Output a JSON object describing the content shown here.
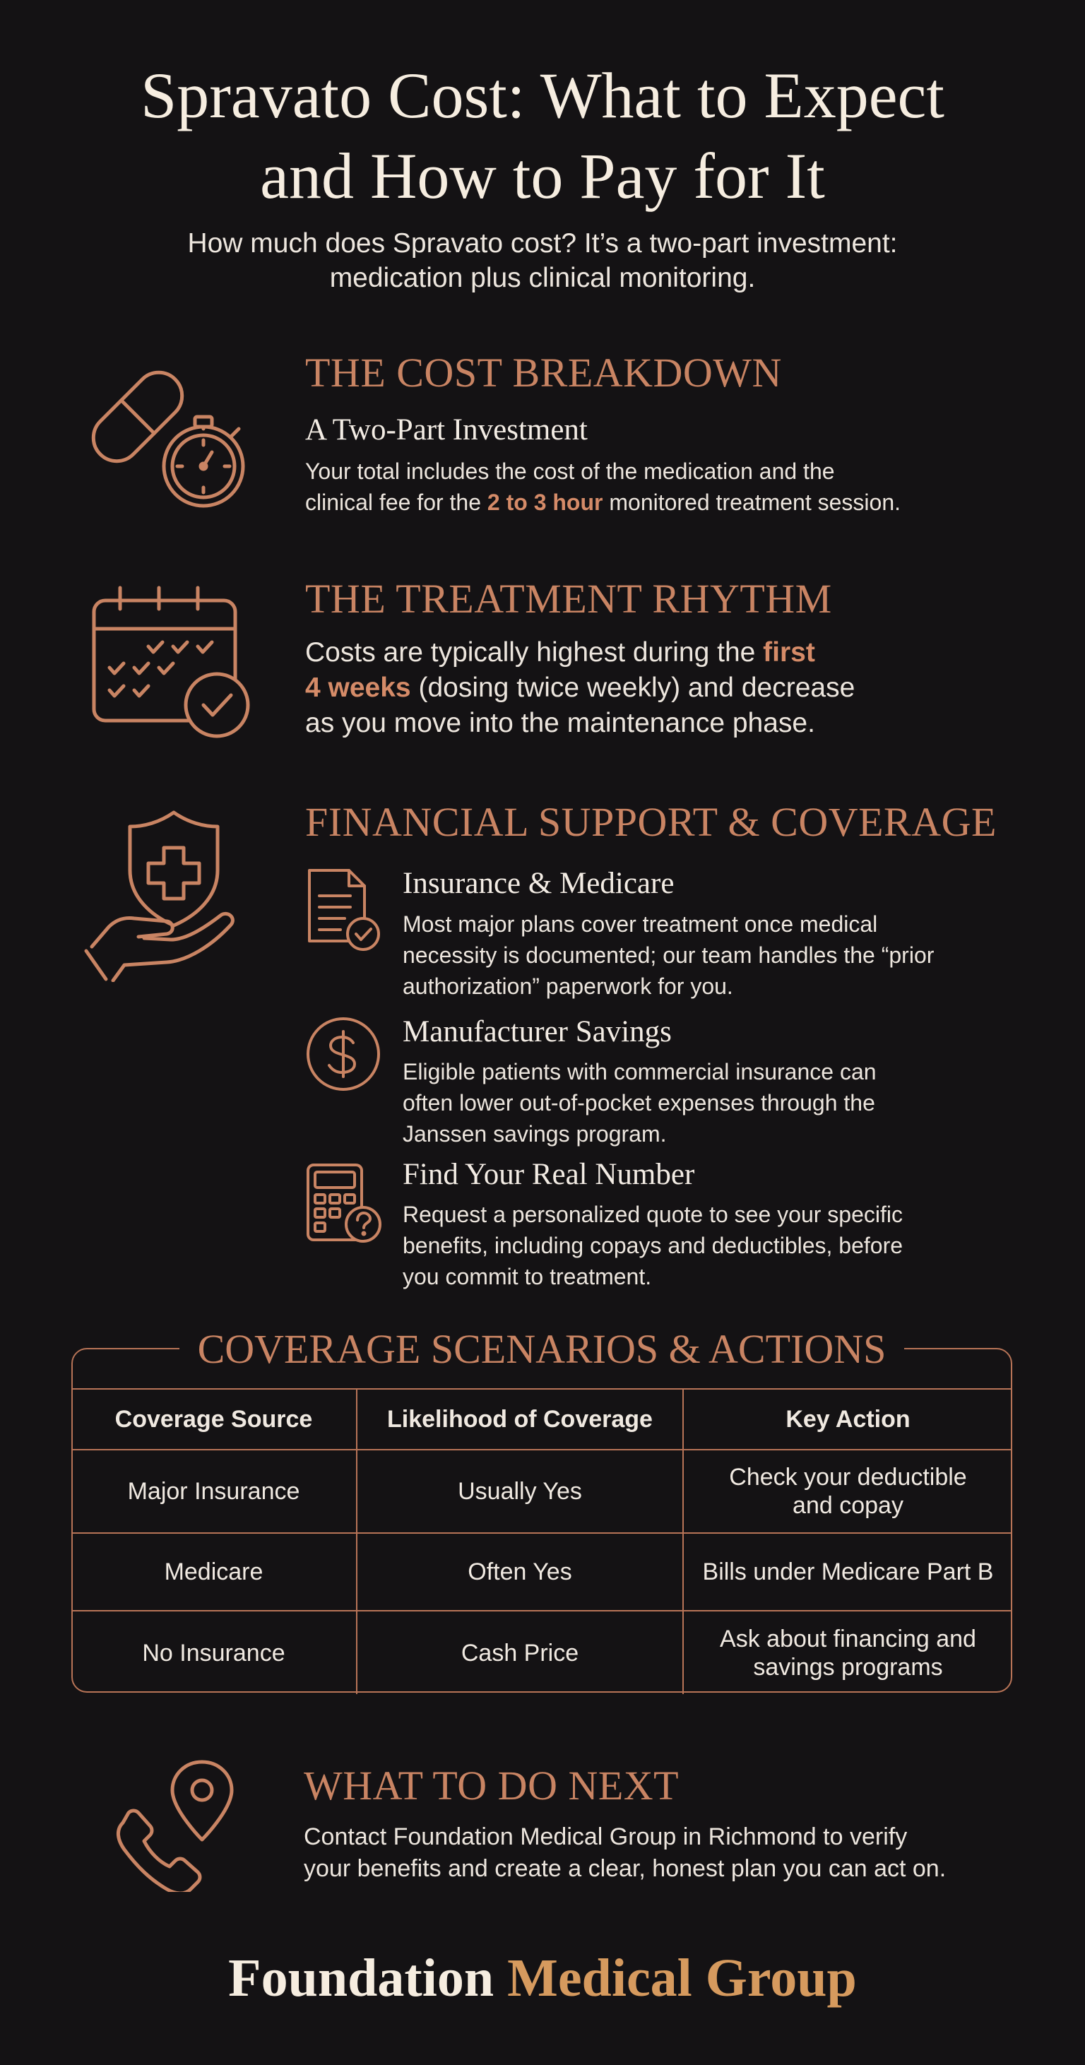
{
  "header": {
    "title_line1": "Spravato Cost: What to Expect",
    "title_line2": "and How to Pay for It",
    "subtitle_line1": "How much does Spravato cost? It’s a two-part investment:",
    "subtitle_line2": "medication plus clinical monitoring."
  },
  "cost_breakdown": {
    "heading": "THE COST BREAKDOWN",
    "subheading": "A Two-Part Investment",
    "line1": "Your total includes the cost of the medication and the",
    "line2_pre": "clinical fee for the ",
    "line2_highlight": "2 to 3 hour",
    "line2_post": " monitored treatment session.",
    "icon": "pill-stopwatch-icon"
  },
  "treatment_rhythm": {
    "heading": "THE TREATMENT RHYTHM",
    "line1_pre": "Costs are typically highest during the ",
    "line1_highlight": "first",
    "line2_highlight": "4 weeks",
    "line2_post": " (dosing twice weekly) and decrease",
    "line3": "as you move into the maintenance phase.",
    "icon": "calendar-check-icon"
  },
  "financial_support": {
    "heading": "FINANCIAL SUPPORT & COVERAGE",
    "icon": "hand-shield-icon",
    "items": [
      {
        "title": "Insurance & Medicare",
        "lines": [
          "Most major plans cover treatment once medical",
          "necessity is documented; our team handles the “prior",
          "authorization” paperwork for you."
        ],
        "icon": "document-check-icon"
      },
      {
        "title": "Manufacturer Savings",
        "lines": [
          "Eligible patients with commercial insurance can",
          "often lower out-of-pocket expenses through the",
          "Janssen savings program."
        ],
        "icon": "dollar-circle-icon"
      },
      {
        "title": "Find Your Real Number",
        "lines": [
          "Request a personalized quote to see your specific",
          "benefits, including copays and deductibles, before",
          "you commit to treatment."
        ],
        "icon": "calculator-question-icon"
      }
    ]
  },
  "coverage_table": {
    "heading": "COVERAGE SCENARIOS & ACTIONS",
    "columns": [
      "Coverage Source",
      "Likelihood of Coverage",
      "Key Action"
    ],
    "rows": [
      [
        "Major Insurance",
        "Usually Yes",
        "Check your deductible",
        "and copay"
      ],
      [
        "Medicare",
        "Often Yes",
        "Bills under Medicare Part B",
        ""
      ],
      [
        "No Insurance",
        "Cash Price",
        "Ask about financing and",
        "savings programs"
      ]
    ]
  },
  "next": {
    "heading": "WHAT TO DO NEXT",
    "line1": "Contact Foundation Medical Group in Richmond to verify",
    "line2": "your benefits and create a clear, honest plan you can act on.",
    "icon": "phone-location-icon"
  },
  "footer": {
    "brand_part1": "Foundation",
    "brand_part2": "Medical Group"
  },
  "colors": {
    "background": "#141214",
    "accent_copper": "#c98463",
    "brand_gold": "#d69a5e",
    "text_light": "#f3ece4"
  }
}
